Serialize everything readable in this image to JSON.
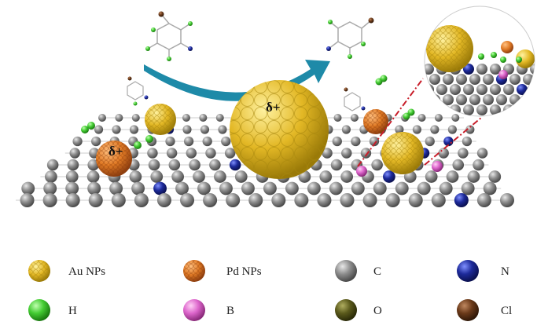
{
  "figure": {
    "charge_label_large": "δ+",
    "charge_label_pd": "δ+"
  },
  "legend": [
    {
      "label": "Au NPs",
      "color": "#e3b825",
      "kind": "cluster"
    },
    {
      "label": "Pd NPs",
      "color": "#e07a25",
      "kind": "cluster"
    },
    {
      "label": "C",
      "color": "#8a8a8a",
      "kind": "atom"
    },
    {
      "label": "N",
      "color": "#1d2a9a",
      "kind": "atom"
    },
    {
      "label": "H",
      "color": "#44cc33",
      "kind": "atom"
    },
    {
      "label": "B",
      "color": "#dd66cc",
      "kind": "atom"
    },
    {
      "label": "O",
      "color": "#5b5a1c",
      "kind": "atom"
    },
    {
      "label": "Cl",
      "color": "#6b3a1a",
      "kind": "atom"
    }
  ],
  "colors": {
    "arrow": "#1e8aa8",
    "dashed_line": "#c81e2a"
  }
}
